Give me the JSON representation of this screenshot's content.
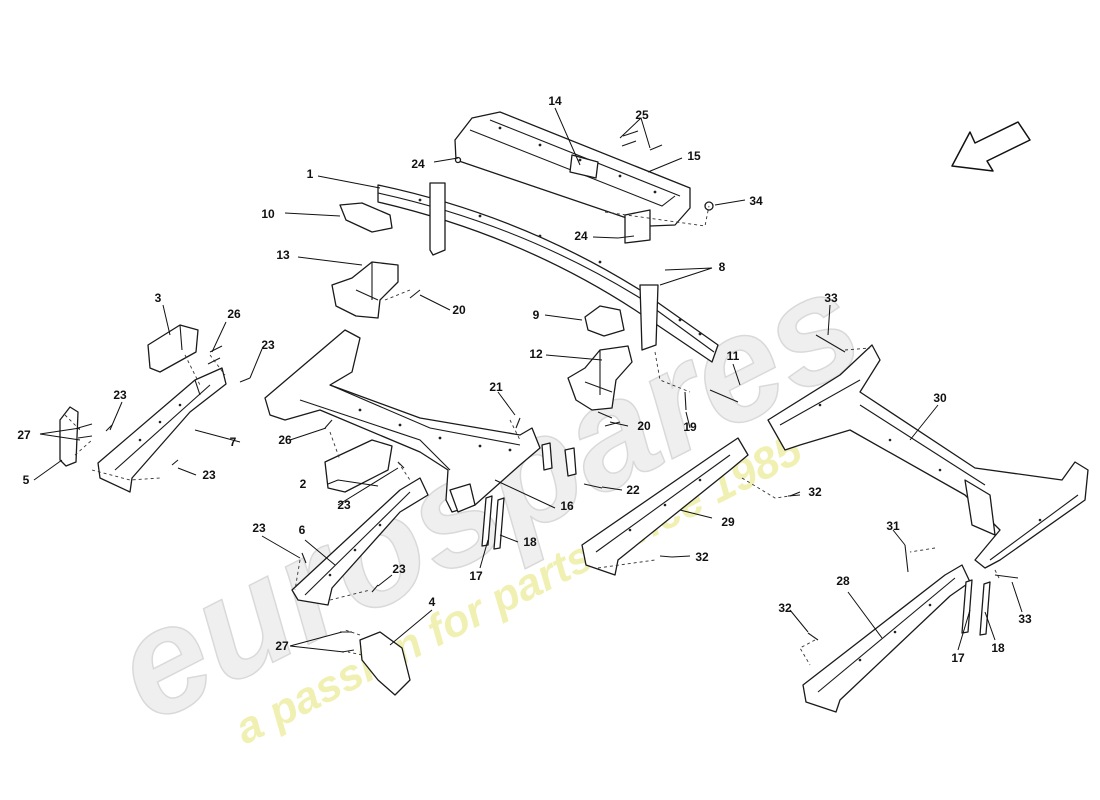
{
  "watermark": {
    "brand": "eurospares",
    "tagline": "a passion for parts since 1985"
  },
  "callouts": [
    "1",
    "2",
    "3",
    "4",
    "5",
    "6",
    "7",
    "8",
    "9",
    "10",
    "11",
    "12",
    "13",
    "14",
    "15",
    "16",
    "17",
    "18",
    "19",
    "20",
    "21",
    "22",
    "23",
    "24",
    "25",
    "26",
    "27",
    "28",
    "29",
    "30",
    "31",
    "32",
    "33",
    "34"
  ]
}
